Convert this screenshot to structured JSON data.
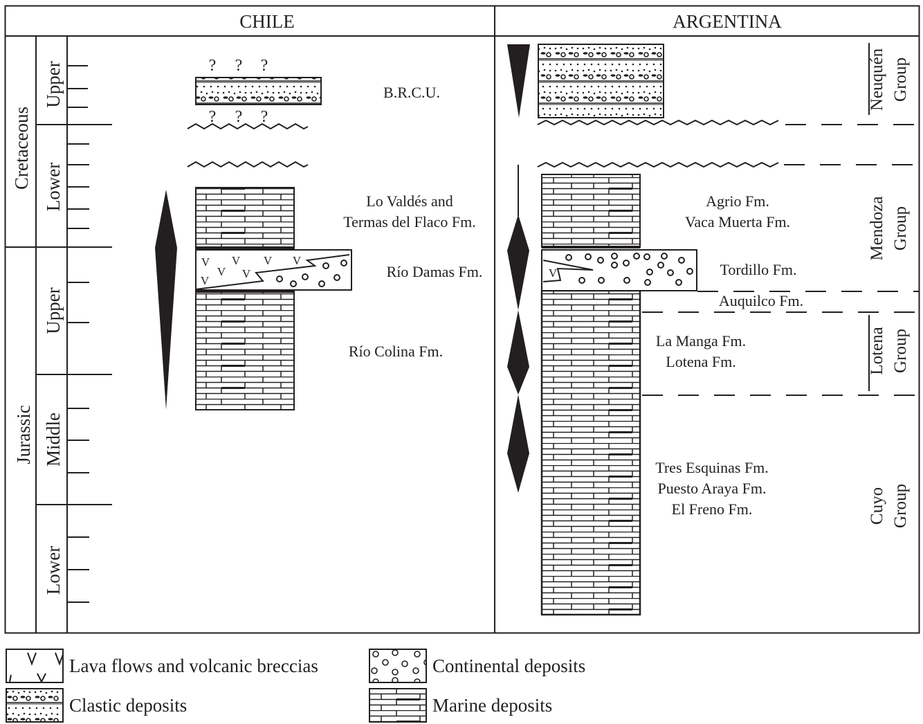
{
  "regions": {
    "chile": "CHILE",
    "argentina": "ARGENTINA"
  },
  "timescale": {
    "periods": [
      "Cretaceous",
      "Jurassic"
    ],
    "epochs": {
      "cretaceous_upper": "Upper",
      "cretaceous_lower": "Lower",
      "jurassic_upper": "Upper",
      "jurassic_middle": "Middle",
      "jurassic_lower": "Lower"
    }
  },
  "chile": {
    "uncertain_marks": [
      "?",
      "?",
      "?",
      "?",
      "?",
      "?"
    ],
    "labels": {
      "brcu": "B.R.C.U.",
      "lo_valdes_1": "Lo Valdés and",
      "lo_valdes_2": "Termas del Flaco Fm.",
      "rio_damas": "Río Damas Fm.",
      "rio_colina": "Río Colina  Fm."
    },
    "volcanic_mark": "V"
  },
  "argentina": {
    "formations": {
      "agrio": "Agrio Fm.",
      "vaca_muerta": "Vaca Muerta Fm.",
      "tordillo": "Tordillo Fm.",
      "auquilco": "Auquilco Fm.",
      "la_manga": "La Manga Fm.",
      "lotena": "Lotena Fm.",
      "tres_esquinas": "Tres Esquinas Fm.",
      "puesto_araya": "Puesto Araya Fm.",
      "el_freno": "El Freno Fm."
    },
    "groups": {
      "neuquen_1": "Neuquén",
      "neuquen_2": "Group",
      "mendoza_1": "Mendoza",
      "mendoza_2": "Group",
      "lotena_1": "Lotena",
      "lotena_2": "Group",
      "cuyo_1": "Cuyo",
      "cuyo_2": "Group"
    },
    "volcanic_mark": "V"
  },
  "legend": [
    {
      "pattern": "volcanic",
      "label": "Lava flows and volcanic breccias"
    },
    {
      "pattern": "clastic",
      "label": "Clastic deposits"
    },
    {
      "pattern": "continental",
      "label": "Continental deposits"
    },
    {
      "pattern": "marine",
      "label": "Marine deposits"
    }
  ],
  "colors": {
    "ink": "#231f20",
    "background": "#ffffff"
  }
}
